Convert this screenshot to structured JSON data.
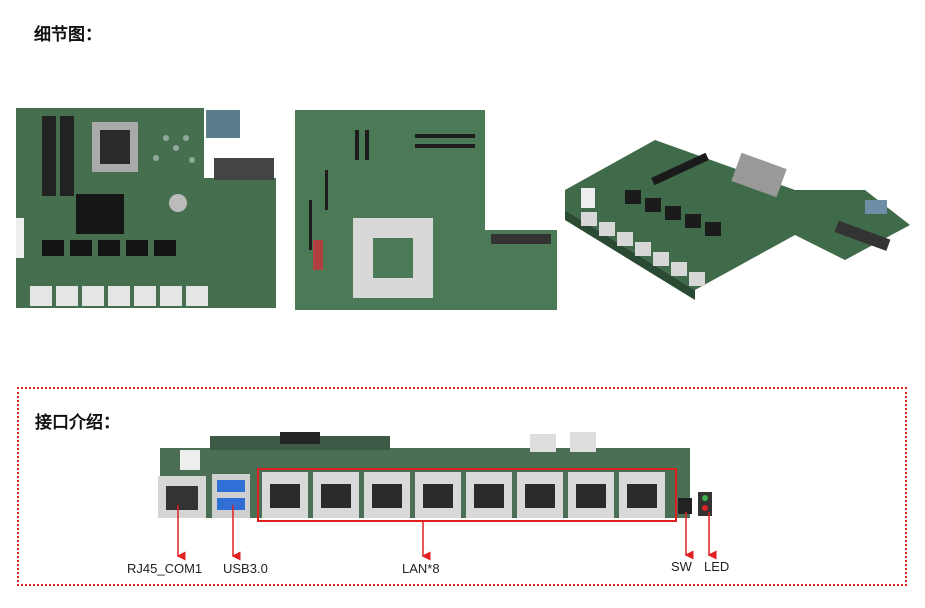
{
  "detail_title": "细节图：",
  "interface_title": "接口介绍：",
  "labels": {
    "rj45": "RJ45_COM1",
    "usb": "USB3.0",
    "lan": "LAN*8",
    "sw": "SW",
    "led": "LED"
  },
  "colors": {
    "pcb_green": "#3f6b4a",
    "annotation_red": "#e02020",
    "heatsink_black": "#1c1c1c",
    "usb_blue": "#2f6fd6"
  }
}
